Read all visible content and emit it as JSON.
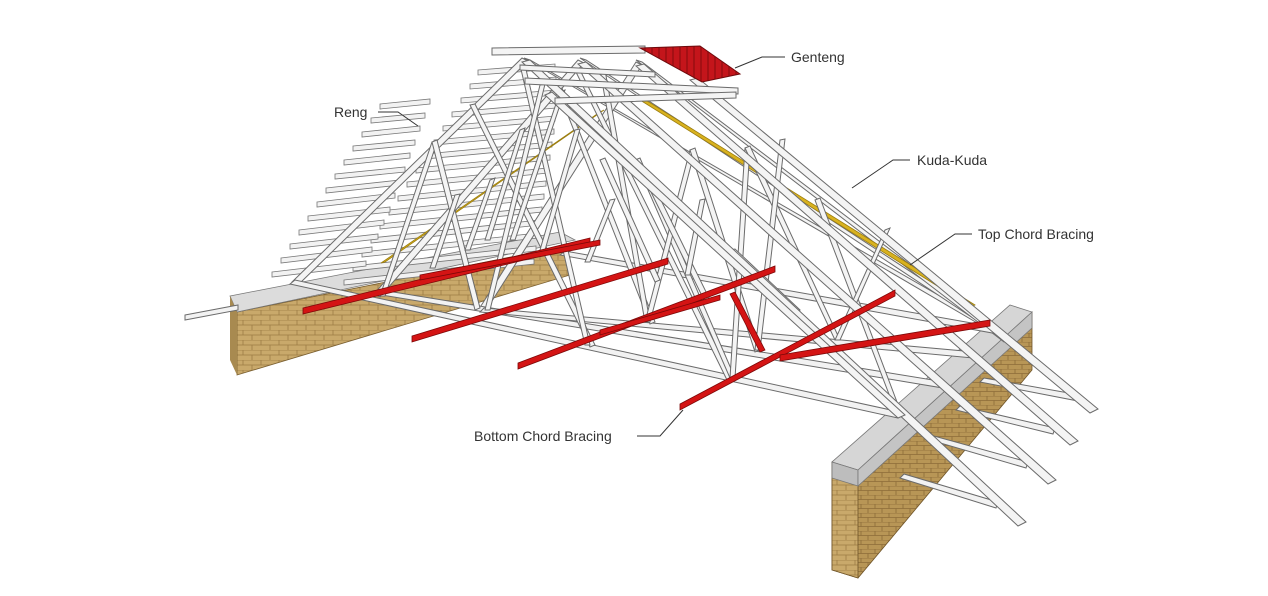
{
  "labels": {
    "genteng": "Genteng",
    "reng": "Reng",
    "kuda_kuda": "Kuda-Kuda",
    "top_chord_bracing": "Top Chord Bracing",
    "bottom_chord_bracing": "Bottom Chord Bracing"
  },
  "colors": {
    "truss_member": "#f4f4f4",
    "member_outline": "#6b6b6b",
    "bottom_chord_bracing": "#d41414",
    "top_chord_bracing": "#d9b21f",
    "roof_tile": "#c4151b",
    "brick_wall": "#c8a86a",
    "wall_cap": "#d6d6d6"
  },
  "icons": [
    "hipped-roof-truss-illustration"
  ]
}
